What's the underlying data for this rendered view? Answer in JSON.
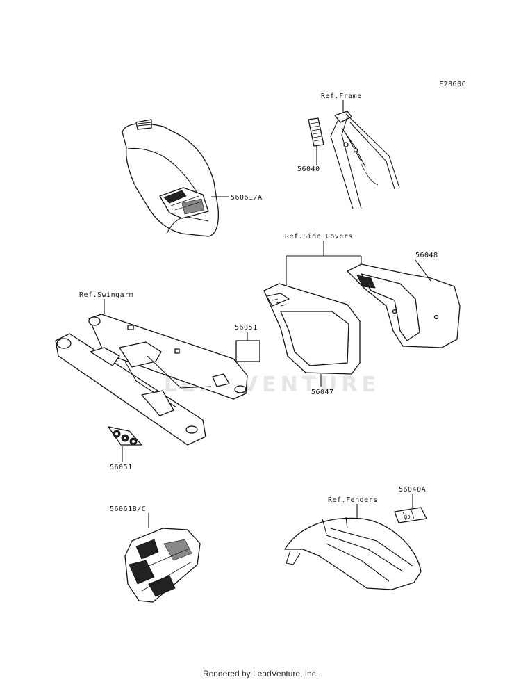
{
  "diagram_code": "F2860C",
  "references": {
    "frame": "Ref.Frame",
    "side_covers": "Ref.Side Covers",
    "swingarm": "Ref.Swingarm",
    "fenders": "Ref.Fenders"
  },
  "parts": {
    "tank_label": "56061/A",
    "frame_label": "56040",
    "side_cover_right": "56048",
    "swingarm_label_block": "56051",
    "swingarm_label_lower": "56051",
    "side_cover_left": "56047",
    "shroud_label": "56061B/C",
    "fender_label": "56040A"
  },
  "watermark": "LEADVENTURE",
  "footer": "Rendered by LeadVenture, Inc."
}
